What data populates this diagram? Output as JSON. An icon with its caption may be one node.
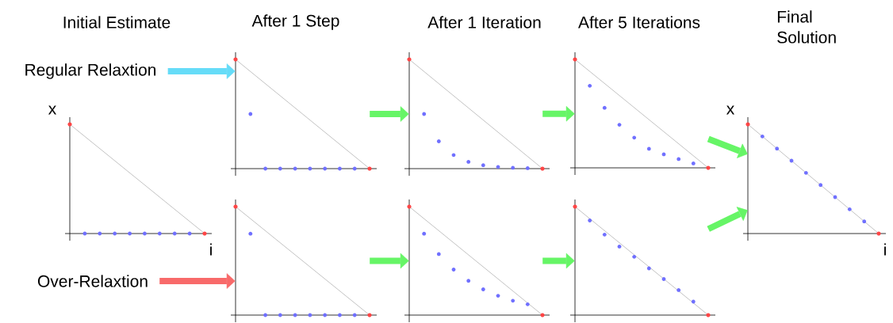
{
  "diagram": {
    "nodes": [
      {
        "text": [
          "Regular Relaxtion"
        ]
      },
      {
        "text": [
          "Over-Relaxtion"
        ]
      },
      {
        "text": [],
        "shape": "picture",
        "beside": [
          "x",
          "i"
        ]
      },
      {
        "text": [],
        "shape": "picture"
      },
      {
        "text": [],
        "shape": "picture"
      },
      {
        "text": [],
        "shape": "picture"
      },
      {
        "text": [],
        "shape": "picture"
      },
      {
        "text": [],
        "shape": "picture"
      },
      {
        "text": [],
        "shape": "picture"
      },
      {
        "text": [],
        "shape": "picture",
        "beside": [
          "x",
          "i"
        ]
      }
    ],
    "edges": [
      {
        "from": 0,
        "to": 3,
        "arrow": "to",
        "color": "#66dcf8"
      },
      {
        "from": 3,
        "to": 4,
        "arrow": "to"
      },
      {
        "from": 4,
        "to": 5,
        "arrow": "to"
      },
      {
        "from": 5,
        "to": 9,
        "arrow": "to"
      },
      {
        "from": 1,
        "to": 6,
        "arrow": "to",
        "color": "#f86a6a"
      },
      {
        "from": 6,
        "to": 7,
        "arrow": "to"
      },
      {
        "from": 7,
        "to": 8,
        "arrow": "to"
      },
      {
        "from": 8,
        "to": 9,
        "arrow": "to"
      }
    ],
    "labels": [
      "Initial Estimate",
      "After 1 Step",
      "After 1 Iteration",
      "After 5 Iterations",
      "Final Solution"
    ]
  }
}
